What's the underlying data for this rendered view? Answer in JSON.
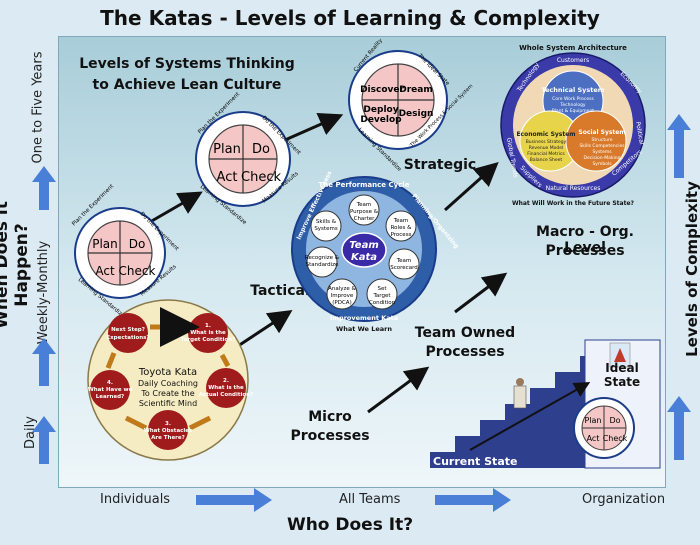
{
  "title": "The Katas - Levels of Learning & Complexity",
  "subtitle_lines": [
    "Levels of Systems Thinking",
    "to Achieve Lean Culture"
  ],
  "y_axis": {
    "title": "When Does it Happen?",
    "levels": [
      "Daily",
      "Weekly-Monthly",
      "One to Five Years"
    ]
  },
  "x_axis": {
    "title": "Who Does It?",
    "levels": [
      "Individuals",
      "All Teams",
      "Organization"
    ]
  },
  "right_axis": {
    "title": "Levels of Complexity"
  },
  "pdca": {
    "plan": "Plan",
    "do": "Do",
    "act": "Act",
    "check": "Check",
    "ring": [
      "Plan the Experiment",
      "Do the Experiment",
      "Measure Results",
      "Learning Standardize"
    ]
  },
  "ddd": {
    "discover": "Discover",
    "dream": "Dream",
    "deploy": "Deploy Develop",
    "design": "Design",
    "ring": [
      "Current Reality",
      "The Ideal State",
      "The Work Process & Social System",
      "Learning Standardize"
    ]
  },
  "toyota_kata": {
    "center": [
      "Toyota Kata",
      "Daily Coaching",
      "To Create the",
      "Scientific Mind"
    ],
    "steps": [
      "Next Step? Expectations?",
      "1. What is the Target Condition?",
      "2. What is the Actual Condition?",
      "3. What Obstacles Are There?",
      "4. What Have we Learned?"
    ]
  },
  "team_kata": {
    "center": [
      "Team",
      "Kata"
    ],
    "ring_top": "The Performance Cycle",
    "ring_bottom": "What We Learn",
    "ring_left": "Improve Effectiveness",
    "ring_right": "Planning/Organizing",
    "ring_inner_bottom": "Improvement Kata",
    "nodes": [
      "Team Purpose & Charter",
      "Team Roles & Process",
      "Team Scorecard",
      "Set Target Condition",
      "Analyze & Improve (PDCA)",
      "Recognize & Standardize",
      "Skills & Systems"
    ]
  },
  "whole_system": {
    "title": "Whole System Architecture",
    "ring": [
      "Customers",
      "Technology",
      "Economy",
      "Political",
      "Competitors",
      "Natural Resources",
      "Suppliers",
      "Global Trends",
      "What Will Work in the Future State?"
    ],
    "technical": {
      "title": "Technical System",
      "lines": [
        "Core Work Process",
        "Technology",
        "Plant & Equipment"
      ]
    },
    "economic": {
      "title": "Economic System",
      "lines": [
        "Business Strategy",
        "Revenue Model",
        "Financial Metrics",
        "Balance Sheet"
      ]
    },
    "social": {
      "title": "Social System",
      "lines": [
        "Structure",
        "Skills Competencies",
        "Systems",
        "Decision-Making",
        "Symbols"
      ]
    }
  },
  "labels": {
    "tactical": "Tactical",
    "strategic": "Strategic",
    "macro": [
      "Macro - Org. Level",
      "Processes"
    ],
    "team_owned": [
      "Team Owned",
      "Processes"
    ],
    "micro": [
      "Micro",
      "Processes"
    ],
    "current_state": "Current State",
    "ideal_state": [
      "Ideal",
      "State"
    ]
  },
  "colors": {
    "pdca_fill": "#f4c7c6",
    "blue_ring": "#2f5ea8",
    "kata_red": "#a01c1c",
    "kata_bg": "#f6ecc3",
    "arrow_blue": "#4a7fd8"
  }
}
